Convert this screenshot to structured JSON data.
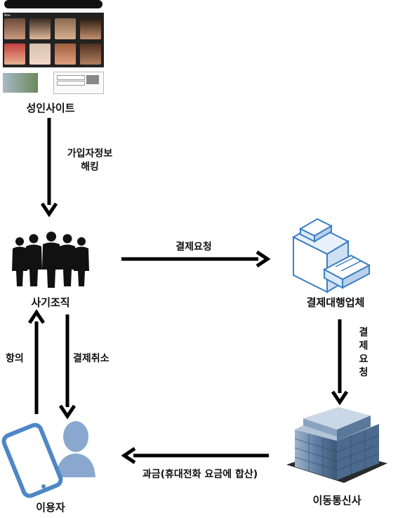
{
  "nodes": {
    "adult_site": "성인사이트",
    "fraud_org": "사기조직",
    "payment_agency": "결제대행업체",
    "carrier": "이동통신사",
    "user": "이용자"
  },
  "edges": {
    "hack": "가입자정보\n해킹",
    "pay_request": "결제요청",
    "pay_request_vertical": "결\n제\n요\n청",
    "billing": "과금(휴대전화 요금에 합산)",
    "complaint": "항의",
    "cancel": "결제취소"
  },
  "thumbnail": {
    "nav": [
      "",
      "",
      ""
    ],
    "banner_label": "New"
  },
  "colors": {
    "arrow": "#000000",
    "silhouette": "#111111",
    "phone": "#4f86c6",
    "person": "#8aa8cf",
    "box": "#3b7fc4",
    "building": "#6e8fb3"
  }
}
